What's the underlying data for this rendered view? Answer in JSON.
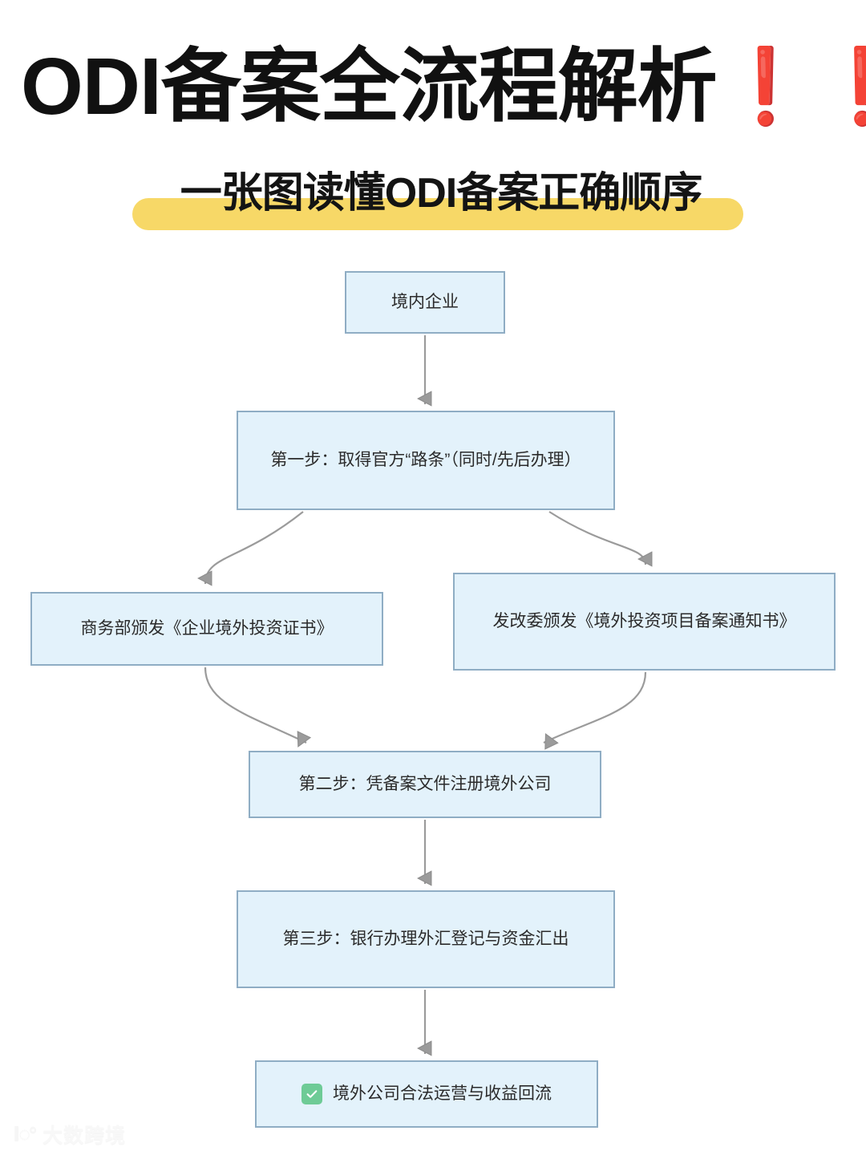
{
  "header": {
    "title_main": "ODI备案全流程解析",
    "title_bangs": "❗❗",
    "subtitle": "一张图读懂ODI备案正确顺序",
    "highlight_color": "#f7d867",
    "bang_color": "#ec2c2c"
  },
  "chart_data": {
    "type": "diagram",
    "title": "ODI备案全流程解析",
    "subtitle": "一张图读懂ODI备案正确顺序",
    "node_fill": "#e3f2fb",
    "node_border": "#8fadc4",
    "edge_color": "#9b9b9b",
    "nodes": [
      {
        "id": "entry",
        "label": "境内企业"
      },
      {
        "id": "step1",
        "label": "第一步：取得官方“路条”（同时/先后办理）"
      },
      {
        "id": "mofcom",
        "label": "商务部颁发《企业境外投资证书》"
      },
      {
        "id": "ndrc",
        "label": "发改委颁发《境外投资项目备案通知书》"
      },
      {
        "id": "step2",
        "label": "第二步：凭备案文件注册境外公司"
      },
      {
        "id": "step3",
        "label": "第三步：银行办理外汇登记与资金汇出"
      },
      {
        "id": "final",
        "label": "境外公司合法运营与收益回流",
        "icon": "green-check-icon"
      }
    ],
    "edges": [
      {
        "from": "entry",
        "to": "step1",
        "style": "straight"
      },
      {
        "from": "step1",
        "to": "mofcom",
        "style": "curved"
      },
      {
        "from": "step1",
        "to": "ndrc",
        "style": "curved"
      },
      {
        "from": "mofcom",
        "to": "step2",
        "style": "curved"
      },
      {
        "from": "ndrc",
        "to": "step2",
        "style": "curved"
      },
      {
        "from": "step2",
        "to": "step3",
        "style": "straight"
      },
      {
        "from": "step3",
        "to": "final",
        "style": "straight"
      }
    ]
  },
  "watermark": {
    "mark": "ⵏ◌°",
    "text": "大数跨境"
  }
}
